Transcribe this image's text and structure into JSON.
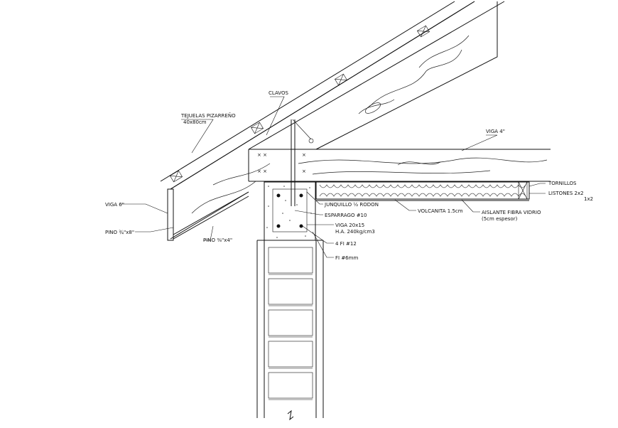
{
  "labels": {
    "clavos": "CLAVOS",
    "tejuelas": "TEJUELAS PIZARREÑO",
    "tejuelas_size": "40x80cm",
    "viga4": "VIGA 4\"",
    "tornillos": "TORNILLOS",
    "listones": "LISTONES 2x2",
    "listones_sub": "1x2",
    "viga6": "VIGA 6\"",
    "junquillo": "JUNQUILLO  ½  RODON",
    "esparrago": "ESPARRAGO  #10",
    "volcanita": "VOLCANITA 1.5cm",
    "aislante": "AISLANTE FIBRA VIDRIO",
    "aislante_sub": "(5cm espesor)",
    "pino_a": "PINO  ¾\"x8\"",
    "pino_b": "PINO  ⅜\"x4\"",
    "viga20": "VIGA 20x15",
    "ha": "H.A. 240kg/cm3",
    "fi12": "4  FI  #12",
    "fi6": "FI  #6mm"
  },
  "colors": {
    "line": "#111111",
    "background": "#ffffff"
  }
}
